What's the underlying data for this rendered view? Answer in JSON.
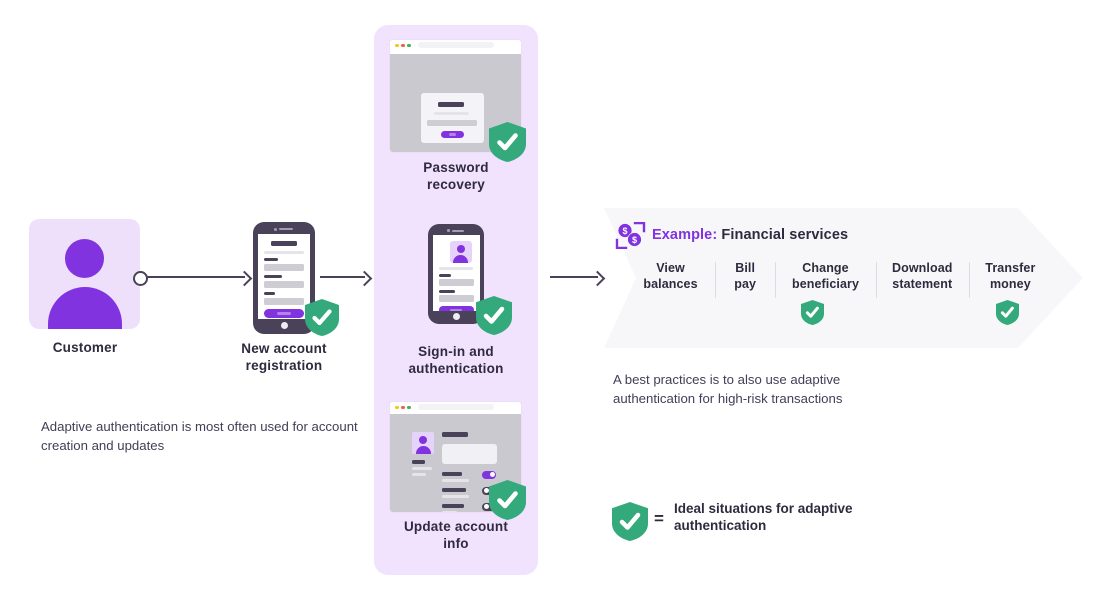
{
  "flow": {
    "customer": {
      "label": "Customer",
      "icon": "user-avatar-icon"
    },
    "registration": {
      "label": "New account registration",
      "icon": "mobile-phone-icon"
    },
    "note_left": "Adaptive authentication is most often used for account creation and updates"
  },
  "adaptive_column": {
    "items": [
      {
        "label": "Password recovery",
        "icon": "browser-window-icon",
        "shield": true
      },
      {
        "label": "Sign-in and authentication",
        "icon": "mobile-phone-icon",
        "shield": true
      },
      {
        "label": "Update account info",
        "icon": "browser-window-icon",
        "shield": true
      }
    ]
  },
  "example_banner": {
    "icon": "money-coins-icon",
    "title_keyword": "Example:",
    "title_value": "Financial services",
    "columns": [
      {
        "label_line1": "View",
        "label_line2": "balances",
        "shield": false
      },
      {
        "label_line1": "Bill",
        "label_line2": "pay",
        "shield": false
      },
      {
        "label_line1": "Change",
        "label_line2": "beneficiary",
        "shield": true
      },
      {
        "label_line1": "Download",
        "label_line2": "statement",
        "shield": false
      },
      {
        "label_line1": "Transfer",
        "label_line2": "money",
        "shield": true
      }
    ],
    "note": "A best practices is to also use adaptive authentication for high-risk transactions"
  },
  "legend": {
    "icon": "shield-check-icon",
    "equals": "=",
    "text": "Ideal situations for adaptive authentication"
  },
  "colors": {
    "purple": "#8033df",
    "purple_light": "#f1e2fd",
    "lavender_card": "#eee0fb",
    "green_shield": "#34a97b",
    "dark": "#4a4258",
    "banner_bg": "#f7f7fa"
  }
}
